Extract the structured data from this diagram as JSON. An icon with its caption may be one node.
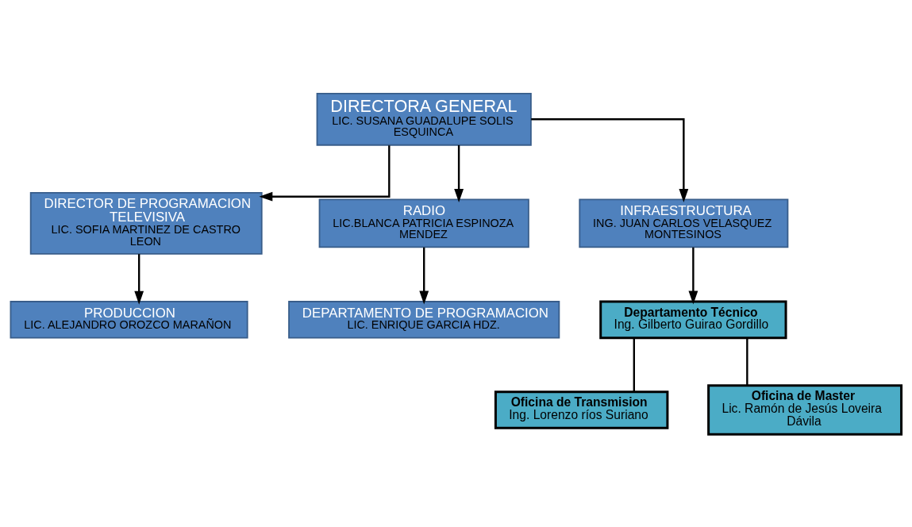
{
  "diagram": {
    "nodes": [
      {
        "text": [
          "DIRECTORA GENERAL",
          "LIC. SUSANA GUADALUPE SOLIS ESQUINCA"
        ]
      },
      {
        "text": [
          "DIRECTOR DE PROGRAMACION TELEVISIVA",
          "LIC. SOFIA MARTINEZ DE CASTRO LEON"
        ]
      },
      {
        "text": [
          "RADIO",
          "LIC.BLANCA PATRICIA ESPINOZA MENDEZ"
        ]
      },
      {
        "text": [
          "INFRAESTRUCTURA",
          "ING. JUAN CARLOS VELASQUEZ MONTESINOS"
        ]
      },
      {
        "text": [
          "PRODUCCION",
          "LIC. ALEJANDRO OROZCO MARAÑON"
        ]
      },
      {
        "text": [
          "DEPARTAMENTO DE PROGRAMACION",
          "LIC. ENRIQUE GARCIA HDZ."
        ]
      },
      {
        "text": [
          "Departamento Técnico",
          "Ing. Gilberto Guirao Gordillo"
        ]
      },
      {
        "text": [
          "Oficina de Transmision",
          "Ing. Lorenzo ríos Suriano"
        ]
      },
      {
        "text": [
          "Oficina de Master",
          "Lic. Ramón de Jesús Loveira Dávila"
        ]
      }
    ],
    "edges": [
      {
        "from": 0,
        "to": 1,
        "arrow": "to"
      },
      {
        "from": 0,
        "to": 2,
        "arrow": "to"
      },
      {
        "from": 0,
        "to": 3,
        "arrow": "to"
      },
      {
        "from": 1,
        "to": 4,
        "arrow": "to"
      },
      {
        "from": 2,
        "to": 5,
        "arrow": "to"
      },
      {
        "from": 3,
        "to": 6,
        "arrow": "to"
      },
      {
        "from": 6,
        "to": 7,
        "arrow": "none"
      },
      {
        "from": 6,
        "to": 8,
        "arrow": "none"
      }
    ]
  }
}
